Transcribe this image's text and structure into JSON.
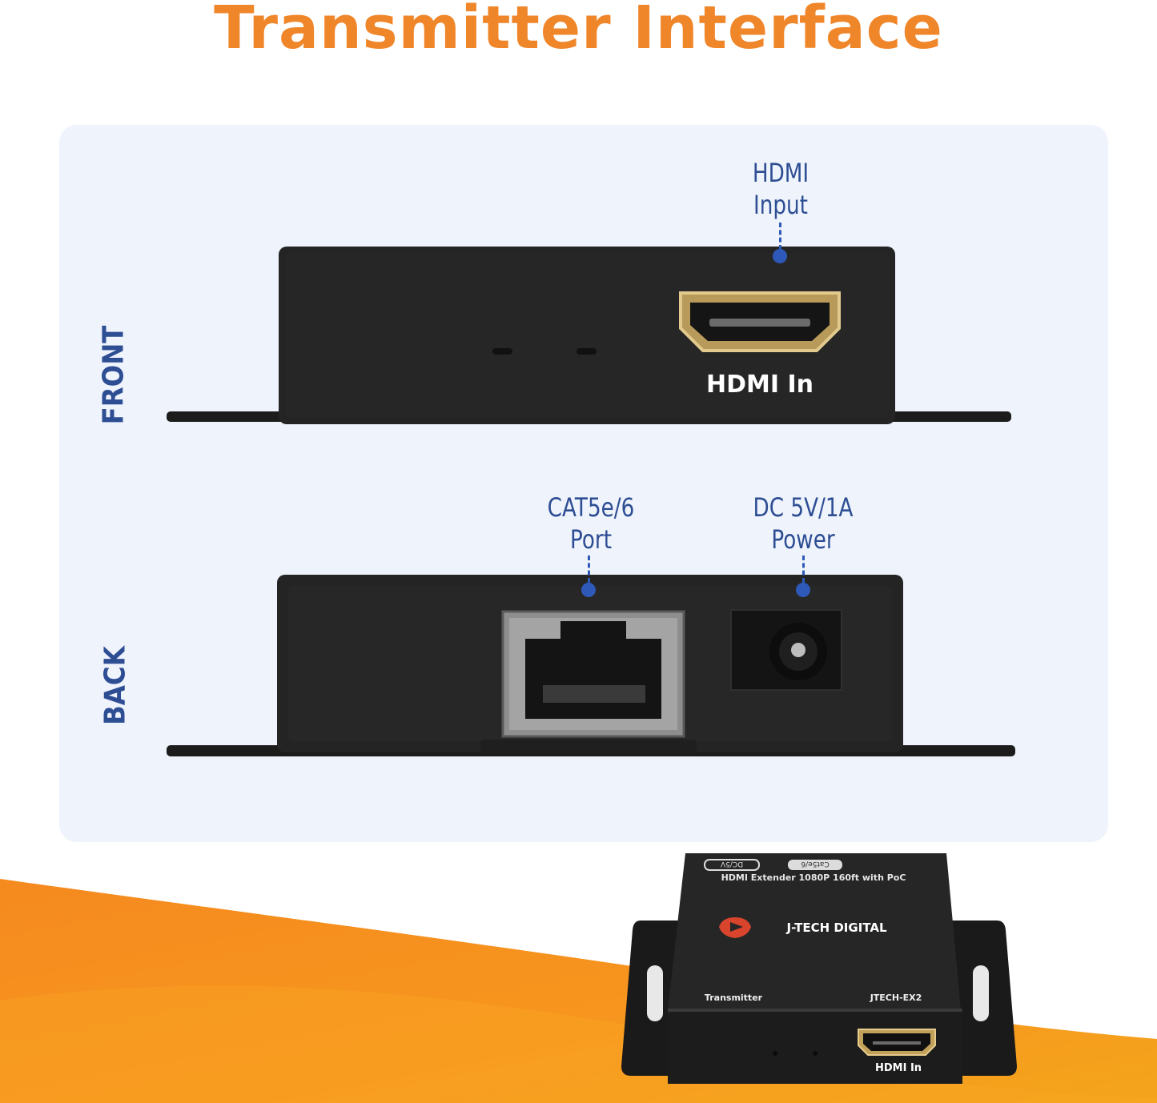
{
  "title": "Transmitter Interface",
  "sides": {
    "front": "FRONT",
    "back": "BACK"
  },
  "callouts": {
    "hdmi_input": {
      "line1": "HDMI",
      "line2": "Input"
    },
    "cat_port": {
      "line1": "CAT5e/6",
      "line2": "Port"
    },
    "dc_power": {
      "line1": "DC 5V/1A",
      "line2": "Power"
    }
  },
  "front_device": {
    "port_label": "HDMI In"
  },
  "product": {
    "top_tag_left": "DC/5V",
    "top_tag_right": "Cat5e/6",
    "model_line": "HDMI Extender 1080P 160ft with PoC",
    "brand": "J-TECH DIGITAL",
    "role": "Transmitter",
    "model": "JTECH-EX2",
    "port_label": "HDMI In"
  },
  "colors": {
    "title": "#f0862a",
    "label": "#2e4e94",
    "leader": "#2e59b8",
    "panel": "#eef3fc",
    "device": "#1e1e1e",
    "wave": "#f58a1f"
  }
}
